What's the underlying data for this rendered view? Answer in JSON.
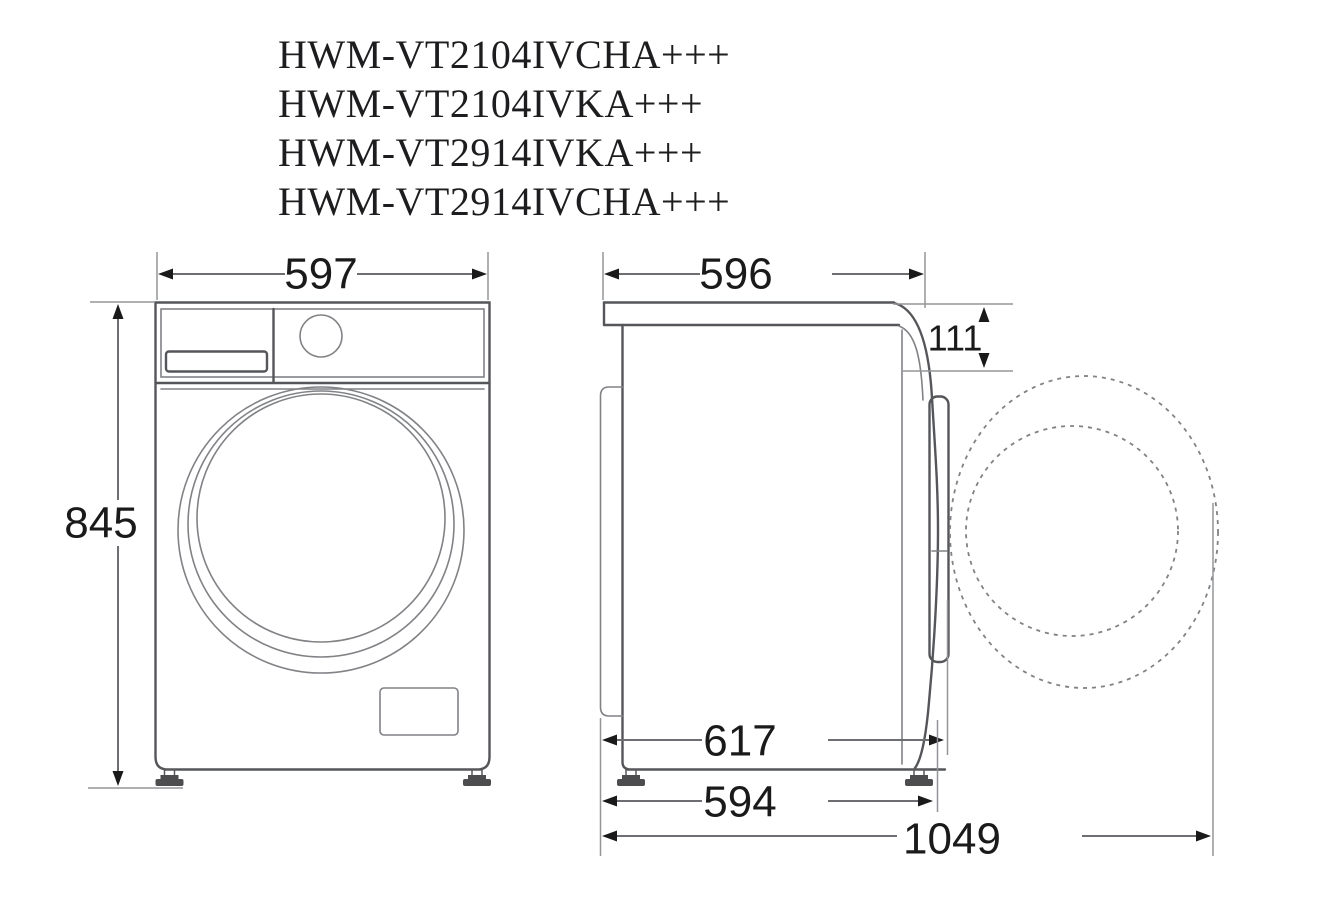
{
  "page": {
    "background": "#ffffff",
    "description_colors": {
      "drawing_line": "#55565a",
      "light_line": "#808285",
      "dimension_line": "#6d6e71",
      "extension_line": "#939598",
      "arrow_and_text": "#1a1a1a"
    }
  },
  "models": [
    "HWM-VT2104IVCHA+++",
    "HWM-VT2104IVKA+++",
    "HWM-VT2914IVKA+++",
    "HWM-VT2914IVCHA+++"
  ],
  "front_view": {
    "width": "597",
    "height": "845"
  },
  "side_view": {
    "depth_top": "596",
    "door_protrusion": "111",
    "depth_with_door": "617",
    "depth_cabinet": "594",
    "depth_door_open": "1049"
  }
}
